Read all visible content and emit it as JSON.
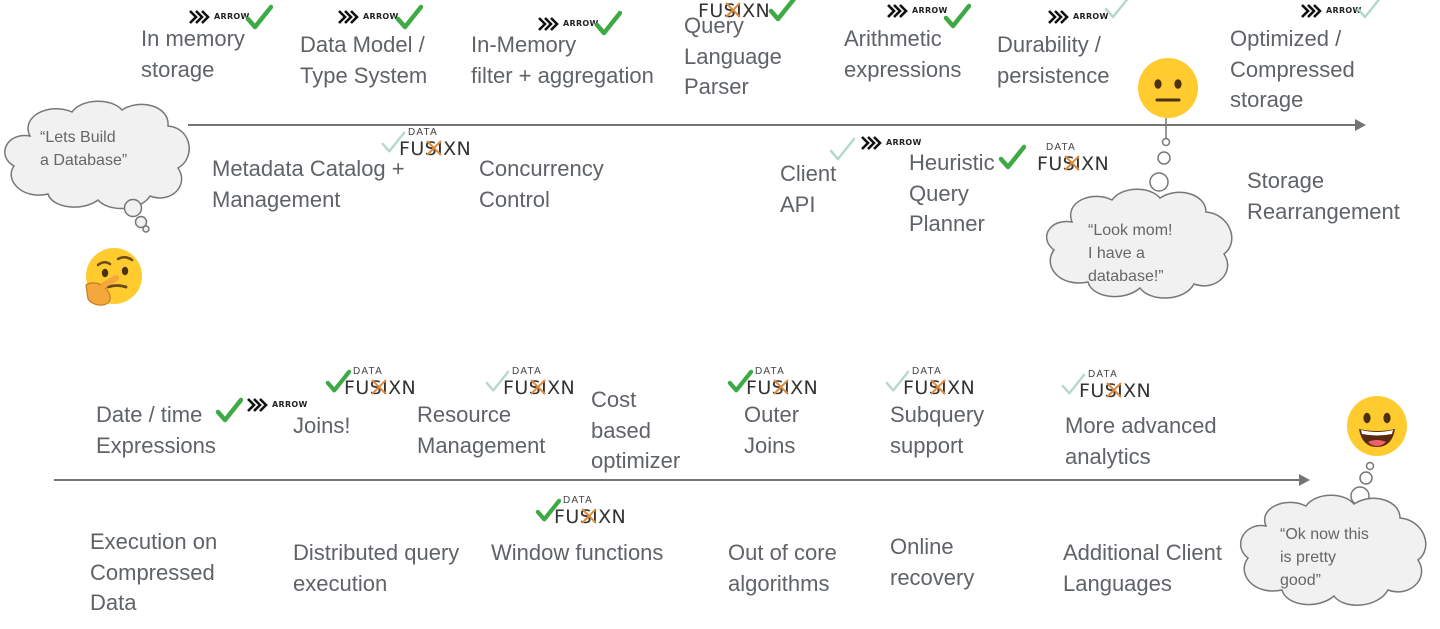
{
  "thought_bubbles": {
    "start": [
      "“Lets Build",
      "a Database”"
    ],
    "middle": [
      "“Look mom!",
      "I have a",
      "database!”"
    ],
    "end": [
      "“Ok now this",
      "is pretty",
      "good”"
    ]
  },
  "logos": {
    "arrow": "ARROW",
    "datafusion_top": "DATA",
    "datafusion_main": "FUSIXN"
  },
  "colors": {
    "check": "#3daa45",
    "check_faint": "#b5d9c9",
    "axis": "#757575",
    "text": "#5f6368",
    "cloud_fill": "#f1f1f1",
    "cloud_stroke": "#777777",
    "emoji_face": "#ffcb2e"
  },
  "row1_top": [
    [
      "In memory",
      "storage"
    ],
    [
      "Data Model /",
      "Type System"
    ],
    [
      "In-Memory",
      "filter + aggregation"
    ],
    [
      "Query",
      "Language",
      "Parser"
    ],
    [
      "Arithmetic",
      "expressions"
    ],
    [
      "Durability /",
      "persistence"
    ],
    [
      "Optimized /",
      "Compressed",
      "storage"
    ]
  ],
  "row1_bottom": [
    [
      "Metadata Catalog +",
      "Management"
    ],
    [
      "Concurrency",
      "Control"
    ],
    [
      "Client",
      "API"
    ],
    [
      "Heuristic",
      "Query",
      "Planner"
    ],
    [
      "Storage",
      "Rearrangement"
    ]
  ],
  "row2_top": [
    [
      "Date / time",
      "Expressions"
    ],
    [
      "Joins!"
    ],
    [
      "Resource",
      "Management"
    ],
    [
      "Cost",
      "based",
      "optimizer"
    ],
    [
      "Outer",
      "Joins"
    ],
    [
      "Subquery",
      "support"
    ],
    [
      "More advanced",
      "analytics"
    ]
  ],
  "row2_bottom": [
    [
      "Execution on",
      "Compressed",
      "Data"
    ],
    [
      "Distributed query",
      "execution"
    ],
    [
      "Window functions"
    ],
    [
      "Out of core",
      "algorithms"
    ],
    [
      "Online",
      "recovery"
    ],
    [
      "Additional Client",
      "Languages"
    ]
  ],
  "emojis": {
    "start": "thinking-face",
    "middle": "neutral-face",
    "end": "grinning-face"
  }
}
